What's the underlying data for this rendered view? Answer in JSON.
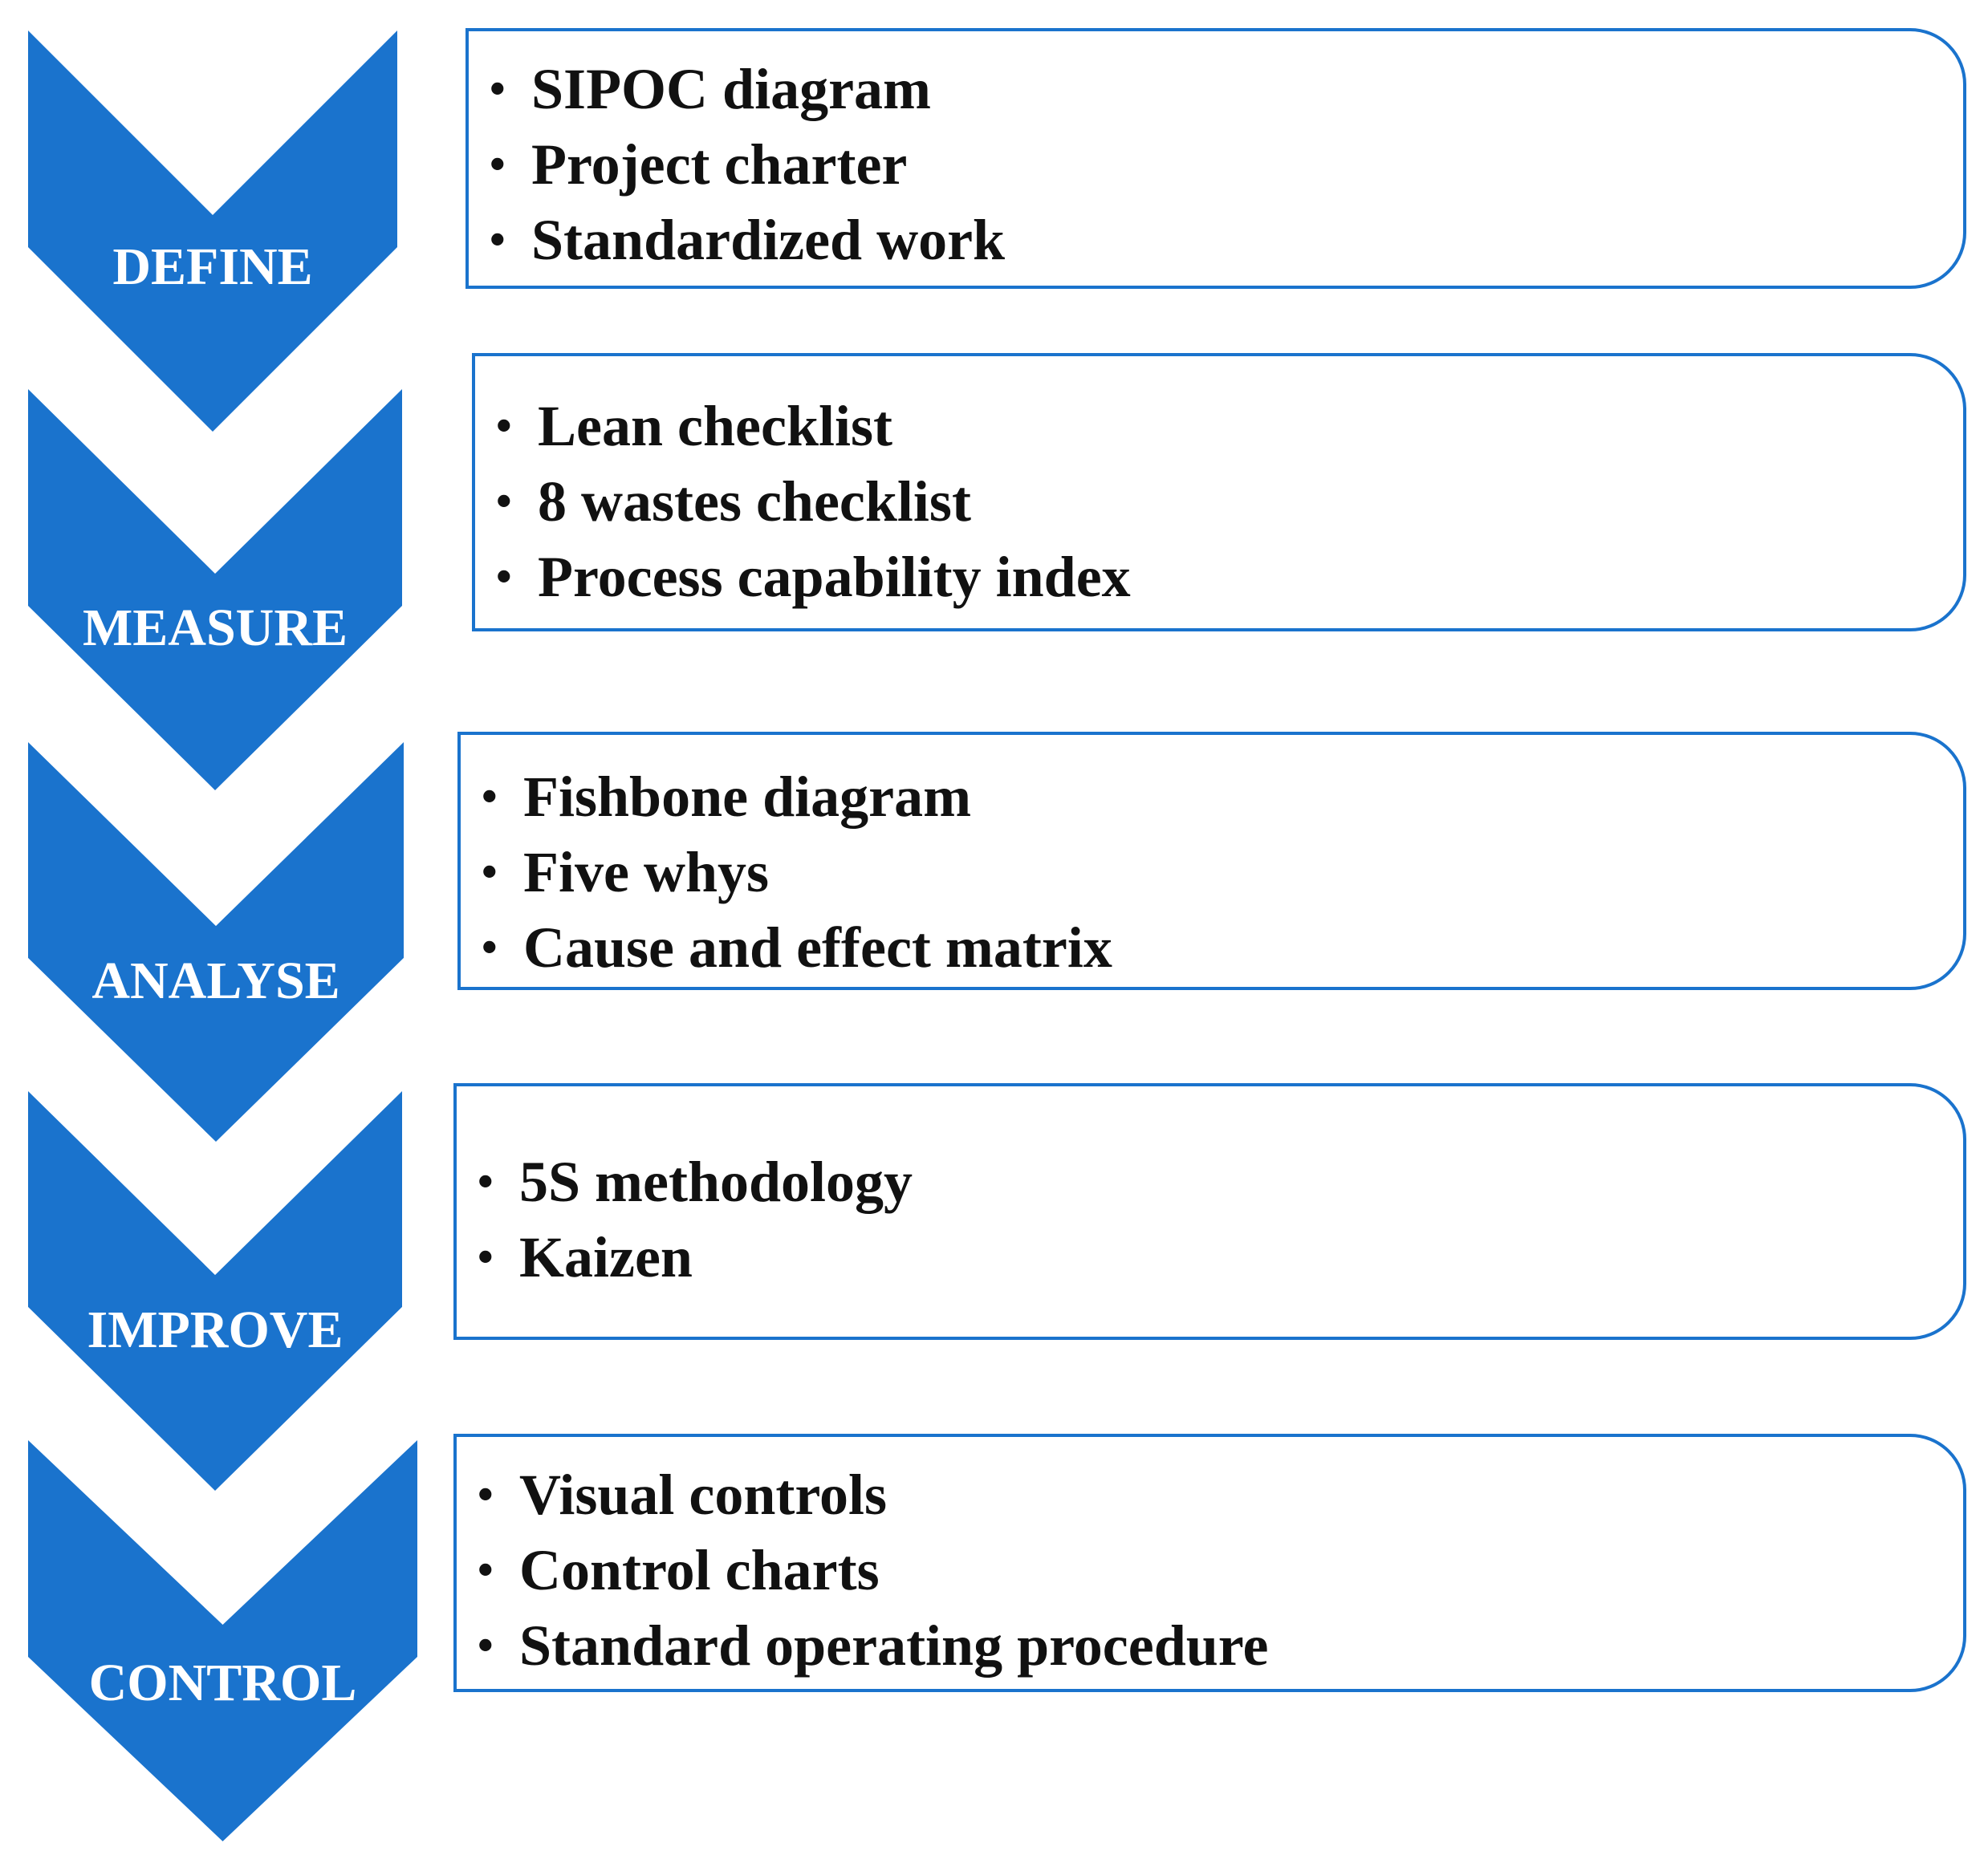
{
  "diagram": {
    "stages": [
      {
        "label": "DEFINE",
        "items": [
          "SIPOC diagram",
          "Project charter",
          "Standardized work"
        ]
      },
      {
        "label": "MEASURE",
        "items": [
          "Lean checklist",
          "8 wastes checklist",
          "Process capability index"
        ]
      },
      {
        "label": "ANALYSE",
        "items": [
          "Fishbone diagram",
          "Five whys",
          "Cause and effect matrix"
        ]
      },
      {
        "label": "IMPROVE",
        "items": [
          "5S methodology",
          "Kaizen"
        ]
      },
      {
        "label": "CONTROL",
        "items": [
          "Visual controls",
          "Control charts",
          "Standard operating procedure"
        ]
      }
    ],
    "bullet_char": "•",
    "colors": {
      "chevron_fill": "#1a73cd",
      "chevron_text": "#ffffff",
      "box_border": "#1a73cd",
      "item_text": "#111111"
    }
  }
}
